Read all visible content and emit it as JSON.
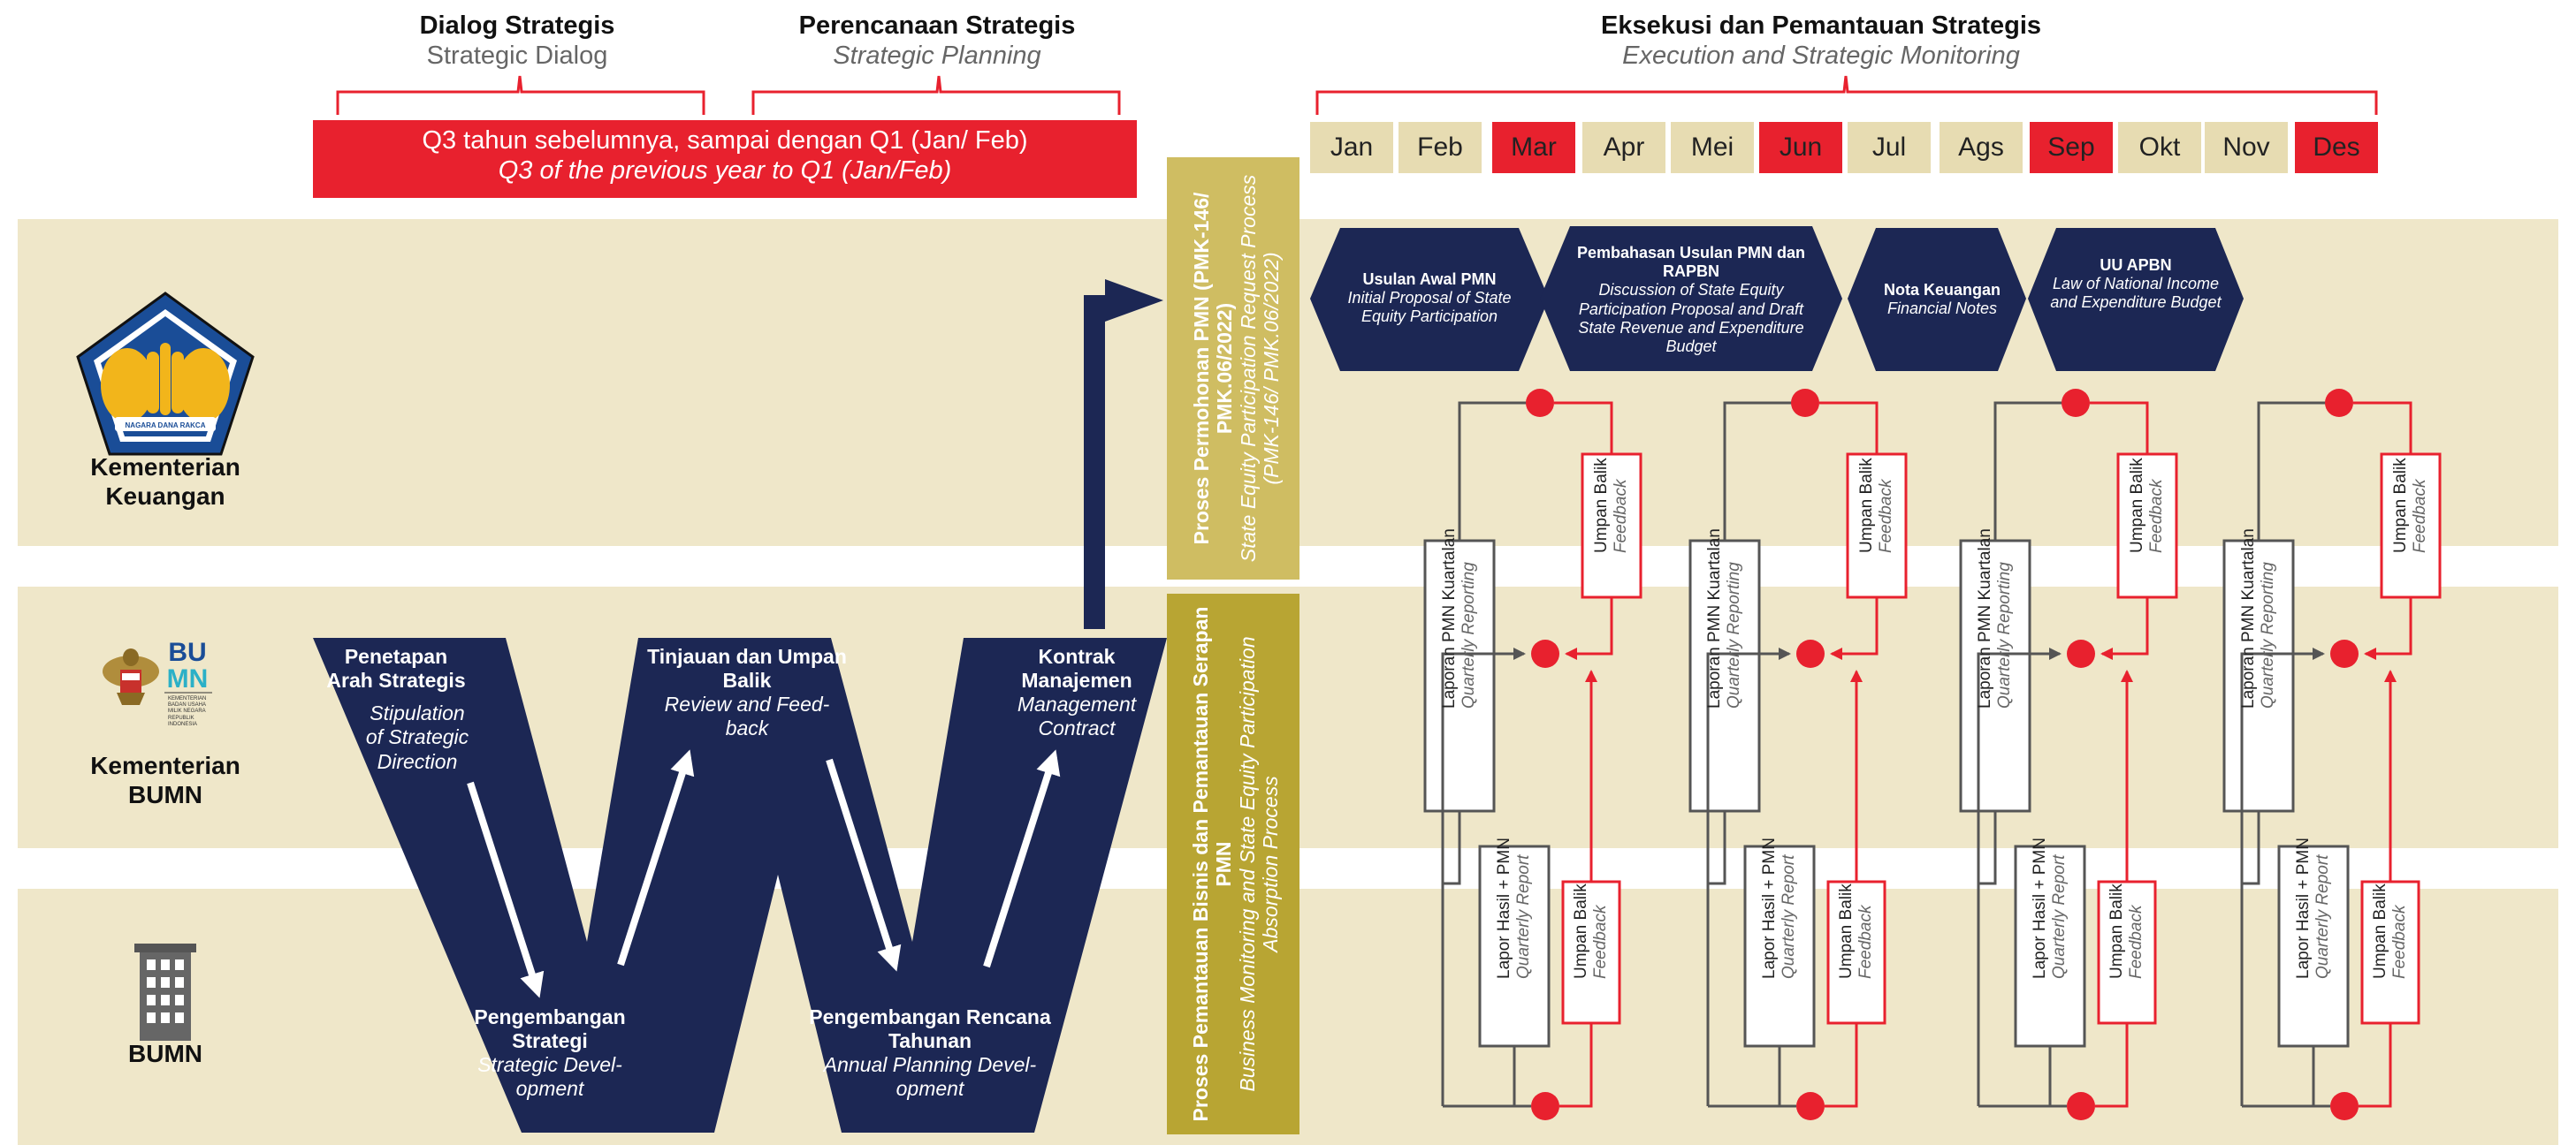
{
  "phases": {
    "dialog": {
      "title": "Dialog Strategis",
      "subtitle": "Strategic Dialog"
    },
    "planning": {
      "title": "Perencanaan Strategis",
      "subtitle": "Strategic Planning"
    },
    "execution": {
      "title": "Eksekusi dan Pemantauan Strategis",
      "subtitle": "Execution and Strategic Monitoring"
    }
  },
  "period_banner": {
    "line1": "Q3 tahun sebelumnya, sampai dengan Q1 (Jan/ Feb)",
    "line2": "Q3 of the previous year to Q1 (Jan/Feb)"
  },
  "months": [
    {
      "label": "Jan",
      "highlight": false
    },
    {
      "label": "Feb",
      "highlight": false
    },
    {
      "label": "Mar",
      "highlight": true
    },
    {
      "label": "Apr",
      "highlight": false
    },
    {
      "label": "Mei",
      "highlight": false
    },
    {
      "label": "Jun",
      "highlight": true
    },
    {
      "label": "Jul",
      "highlight": false
    },
    {
      "label": "Ags",
      "highlight": false
    },
    {
      "label": "Sep",
      "highlight": true
    },
    {
      "label": "Okt",
      "highlight": false
    },
    {
      "label": "Nov",
      "highlight": false
    },
    {
      "label": "Des",
      "highlight": true
    }
  ],
  "rows": {
    "kemenkeu": {
      "label": "Kementerian Keuangan"
    },
    "bumn_ministry": {
      "label": "Kementerian BUMN"
    },
    "bumn": {
      "label": "BUMN"
    }
  },
  "logos": {
    "kemenkeu_motto": "NAGARA DANA RAKCA",
    "bumn_ministry_caption": "KEMENTERIAN BADAN USAHA MILIK NEGARA REPUBLIK INDONESIA"
  },
  "w_steps": {
    "penetapan": {
      "title": "Penetapan Arah Strategis",
      "subtitle": "Stipulation of Strategic Direction"
    },
    "tinjauan": {
      "title": "Tinjauan dan Umpan Balik",
      "subtitle": "Review and Feed-back"
    },
    "kontrak": {
      "title": "Kontrak Manajemen",
      "subtitle": "Management Contract"
    },
    "pengembangan_strategi": {
      "title": "Pengembangan Strategi",
      "subtitle": "Strategic Devel-opment"
    },
    "pengembangan_rencana": {
      "title": "Pengembangan Rencana Tahunan",
      "subtitle": "Annual Planning Devel-opment"
    }
  },
  "process_bars": {
    "request": {
      "title": "Proses Permohonan PMN (PMK-146/ PMK.06/2022)",
      "subtitle": "State Equity Participation Request Process (PMK-146/ PMK.06/2022)"
    },
    "monitoring": {
      "title": "Proses Pemantauan Bisnis dan Pemantauan Serapan PMN",
      "subtitle": "Business Monitoring and State Equity Participation Absorption Process"
    }
  },
  "milestones": [
    {
      "title": "Usulan Awal PMN",
      "subtitle": "Initial Proposal of State Equity Participation"
    },
    {
      "title": "Pembahasan Usulan PMN dan RAPBN",
      "subtitle": "Discussion of State Equity Participation Proposal and Draft State Revenue and Expenditure Budget"
    },
    {
      "title": "Nota Keuangan",
      "subtitle": "Financial Notes"
    },
    {
      "title": "UU APBN",
      "subtitle": "Law of National Income and Expenditure Budget"
    }
  ],
  "cycle": {
    "quarterly_reporting": {
      "title": "Laporan PMN Kuartalan",
      "subtitle": "Quarterly Reporting"
    },
    "quarterly_report": {
      "title": "Lapor Hasil + PMN",
      "subtitle": "Quarterly Report"
    },
    "feedback": {
      "title": "Umpan Balik",
      "subtitle": "Feedback"
    }
  },
  "colors": {
    "navy": "#1c2754",
    "red": "#e8212e",
    "beige": "#efe7c9",
    "month_beige": "#e7dcb2",
    "gold_light": "#cfbd62",
    "gold_dark": "#b8a533",
    "logo_blue": "#1a4d97",
    "logo_gold": "#f2b51b"
  }
}
